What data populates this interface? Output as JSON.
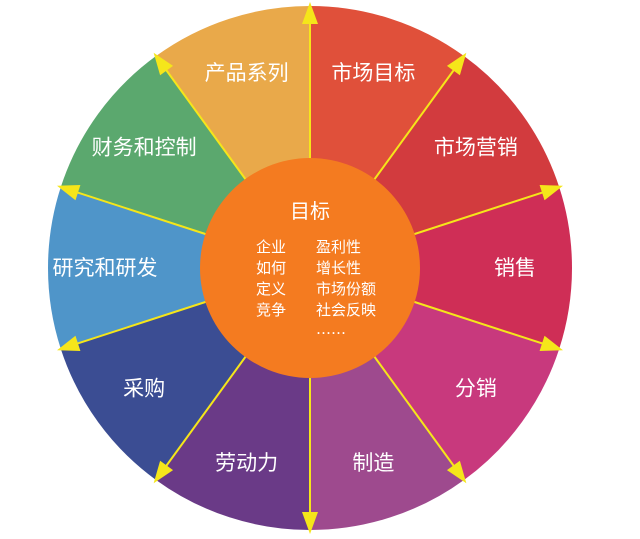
{
  "diagram": {
    "center": {
      "title": "目标",
      "left_column": [
        "企业",
        "如何",
        "定义",
        "竞争"
      ],
      "right_column": [
        "盈利性",
        "增长性",
        "市场份额",
        "社会反映",
        "……"
      ],
      "color": "#f47b20"
    },
    "segments": [
      {
        "label": "产品系列",
        "color": "#e9a94a"
      },
      {
        "label": "市场目标",
        "color": "#e0503a"
      },
      {
        "label": "市场营销",
        "color": "#d23b3e"
      },
      {
        "label": "销售",
        "color": "#cf2e56"
      },
      {
        "label": "分销",
        "color": "#c8397d"
      },
      {
        "label": "制造",
        "color": "#9e4a8e"
      },
      {
        "label": "劳动力",
        "color": "#6a3a87"
      },
      {
        "label": "采购",
        "color": "#3b4d93"
      },
      {
        "label": "研究和研发",
        "color": "#4f95c9"
      },
      {
        "label": "财务和控制",
        "color": "#5ba86e"
      }
    ],
    "divider_color": "#f5e61a",
    "arrow_color": "#f5e61a"
  }
}
